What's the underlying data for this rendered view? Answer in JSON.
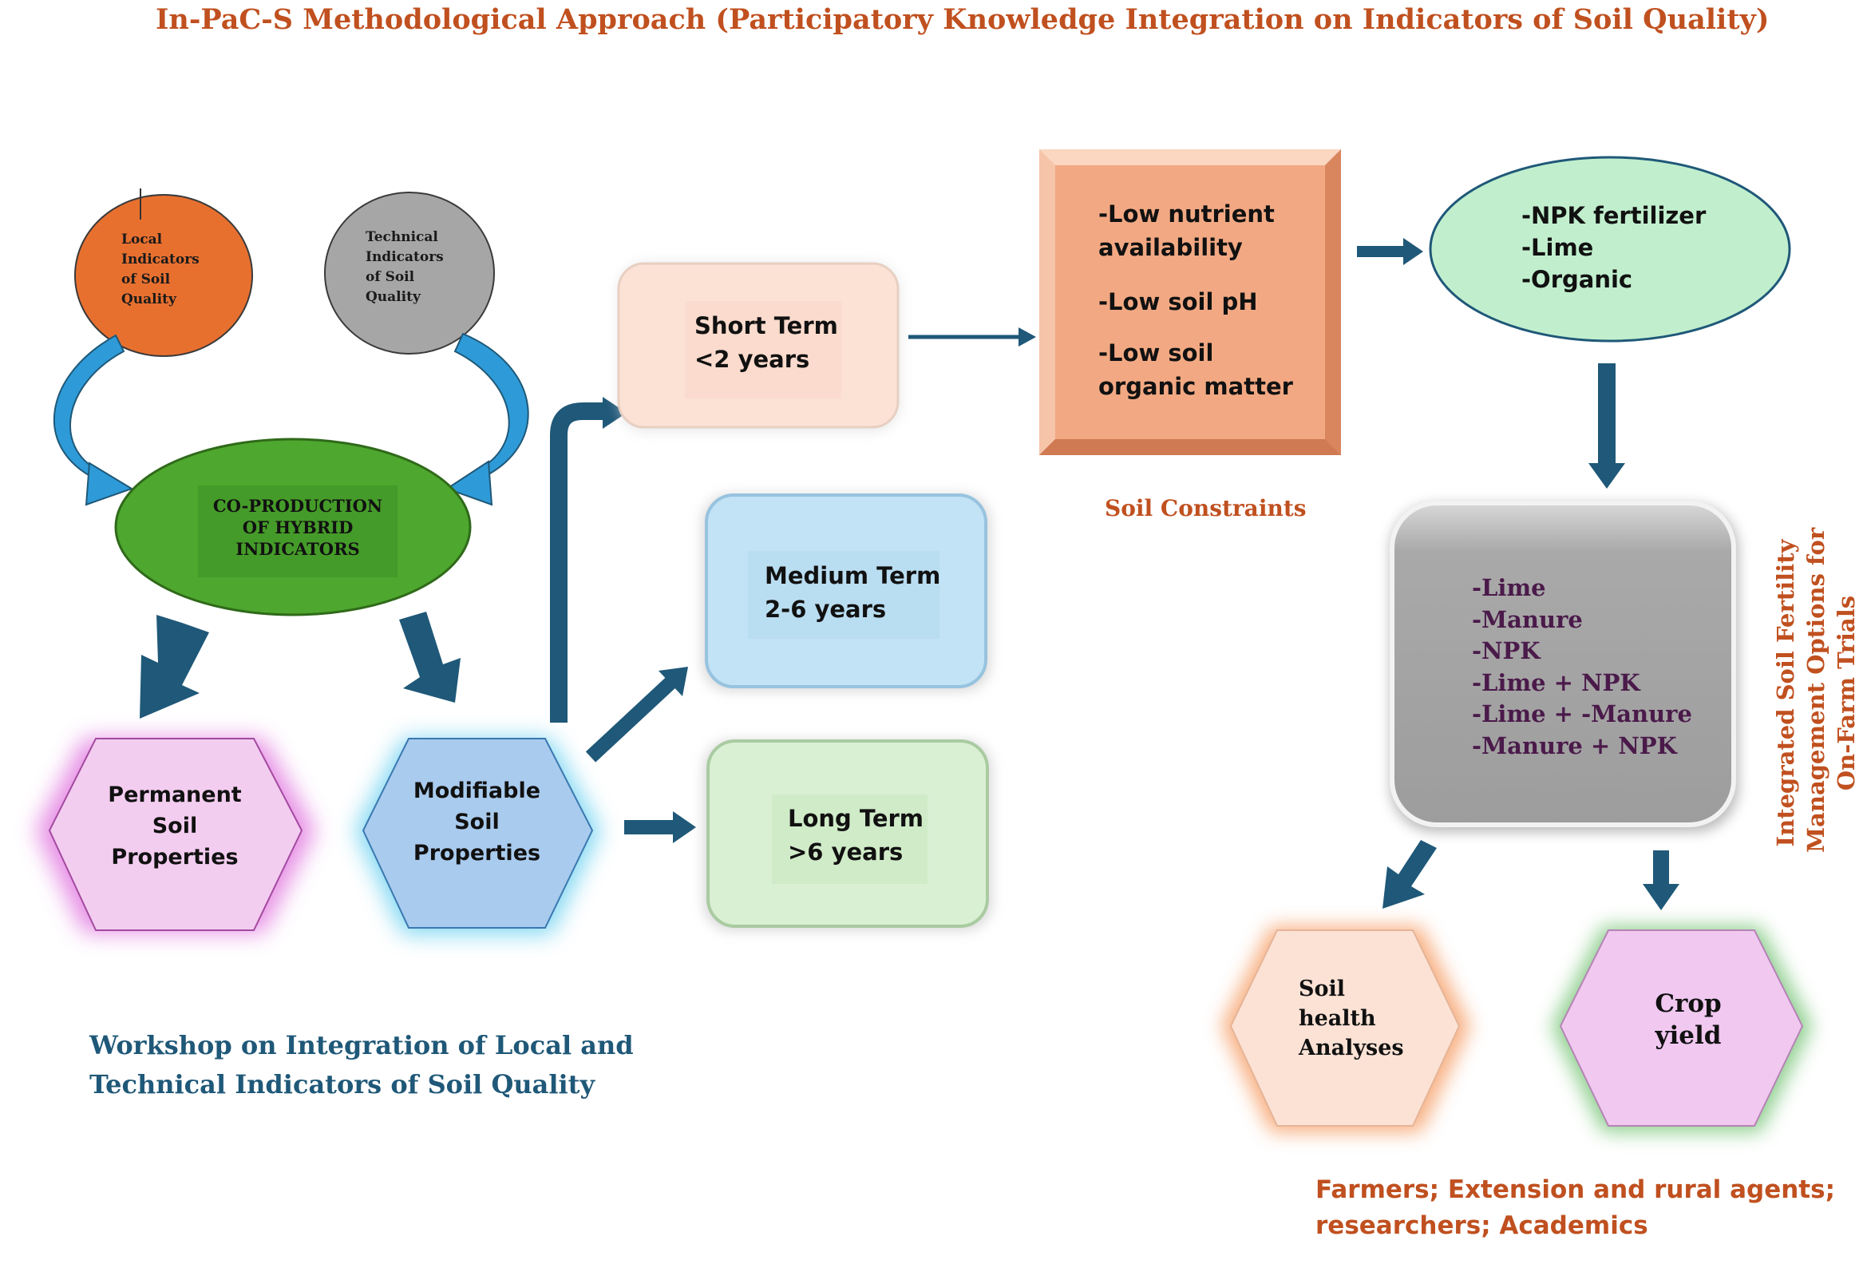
{
  "title": "In-PaC-S Methodological Approach (Participatory Knowledge Integration on Indicators of Soil Quality)",
  "local_circle": {
    "lines": [
      "Local",
      "Indicators",
      "of Soil",
      "Quality"
    ],
    "color": "#e8702f"
  },
  "technical_circle": {
    "lines": [
      "Technical",
      "Indicators",
      "of Soil",
      "Quality"
    ],
    "color": "#a6a6a6"
  },
  "coproduction": {
    "lines": [
      "CO-PRODUCTION",
      "OF HYBRID",
      "INDICATORS"
    ],
    "color": "#4ea72e"
  },
  "permanent": {
    "lines": [
      "Permanent",
      "Soil",
      "Properties"
    ],
    "color": "#f3cdf0"
  },
  "modifiable": {
    "lines": [
      "Modifiable",
      "Soil",
      "Properties"
    ],
    "color": "#a9cbee"
  },
  "short_term": {
    "lines": [
      "Short Term",
      "<2 years"
    ],
    "color": "#fbe2d5"
  },
  "medium_term": {
    "lines": [
      "Medium Term",
      "2-6 years"
    ],
    "color": "#c2e3f5"
  },
  "long_term": {
    "lines": [
      "Long Term",
      ">6 years"
    ],
    "color": "#d9f0d3"
  },
  "constraints": {
    "items": [
      "-Low nutrient",
      "availability",
      "-Low soil pH",
      "-Low soil",
      "organic matter"
    ],
    "label": "Soil Constraints",
    "color": "#f2a983"
  },
  "amendments": {
    "items": [
      "-NPK fertilizer",
      "-Lime",
      "-Organic"
    ],
    "color": "#c1efce"
  },
  "options": {
    "items": [
      "-Lime",
      "-Manure",
      "-NPK",
      "-Lime + NPK",
      "-Lime + -Manure",
      "-Manure + NPK"
    ],
    "color": "#a6a6a6"
  },
  "vertical_label": {
    "lines": [
      "Integrated Soil Fertility",
      "Management Options for",
      "On-Farm Trials"
    ]
  },
  "soil_health": {
    "lines": [
      "Soil",
      "health",
      "Analyses"
    ],
    "color": "#fbe2d5"
  },
  "crop_yield": {
    "lines": [
      "Crop",
      "yield"
    ],
    "color": "#f0c8f0"
  },
  "workshop": {
    "lines": [
      "Workshop on Integration of Local and",
      "Technical Indicators of Soil Quality"
    ]
  },
  "farmers": {
    "lines": [
      "Farmers; Extension and rural agents;",
      "researchers; Academics"
    ]
  },
  "colors": {
    "arrow_dark": "#1f5878",
    "arrow_light": "#2e9bd8",
    "accent_text": "#c0501f"
  }
}
